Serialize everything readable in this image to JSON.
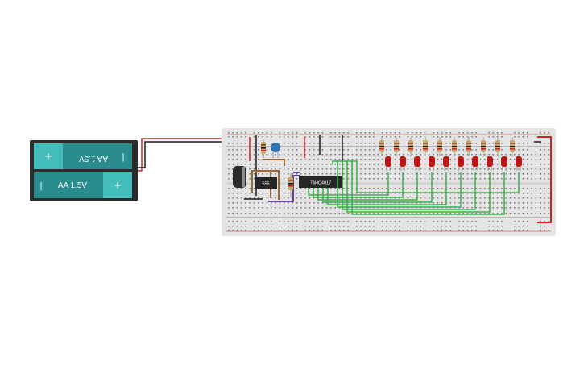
{
  "battery": {
    "cell_top_label": "AA 1.5V",
    "cell_bottom_label": "AA 1.5V",
    "plus_symbol": "+",
    "minus_symbol": "|"
  },
  "chips": {
    "timer_label": "555",
    "counter_label": "74HC4017"
  },
  "leds": {
    "count": 10
  },
  "colors": {
    "breadboard": "#e4e4e4",
    "battery_holder": "#2b2b2b",
    "battery_cell": "#2a8c8c",
    "battery_cap": "#43bcbc",
    "wire_red": "#d62020",
    "wire_black": "#1a1a1a",
    "wire_green": "#39b24a",
    "wire_brown": "#9a6a3a",
    "wire_purple": "#6a3d9a",
    "led": "#b81818",
    "capacitor_ceramic": "#2c6fb3"
  }
}
